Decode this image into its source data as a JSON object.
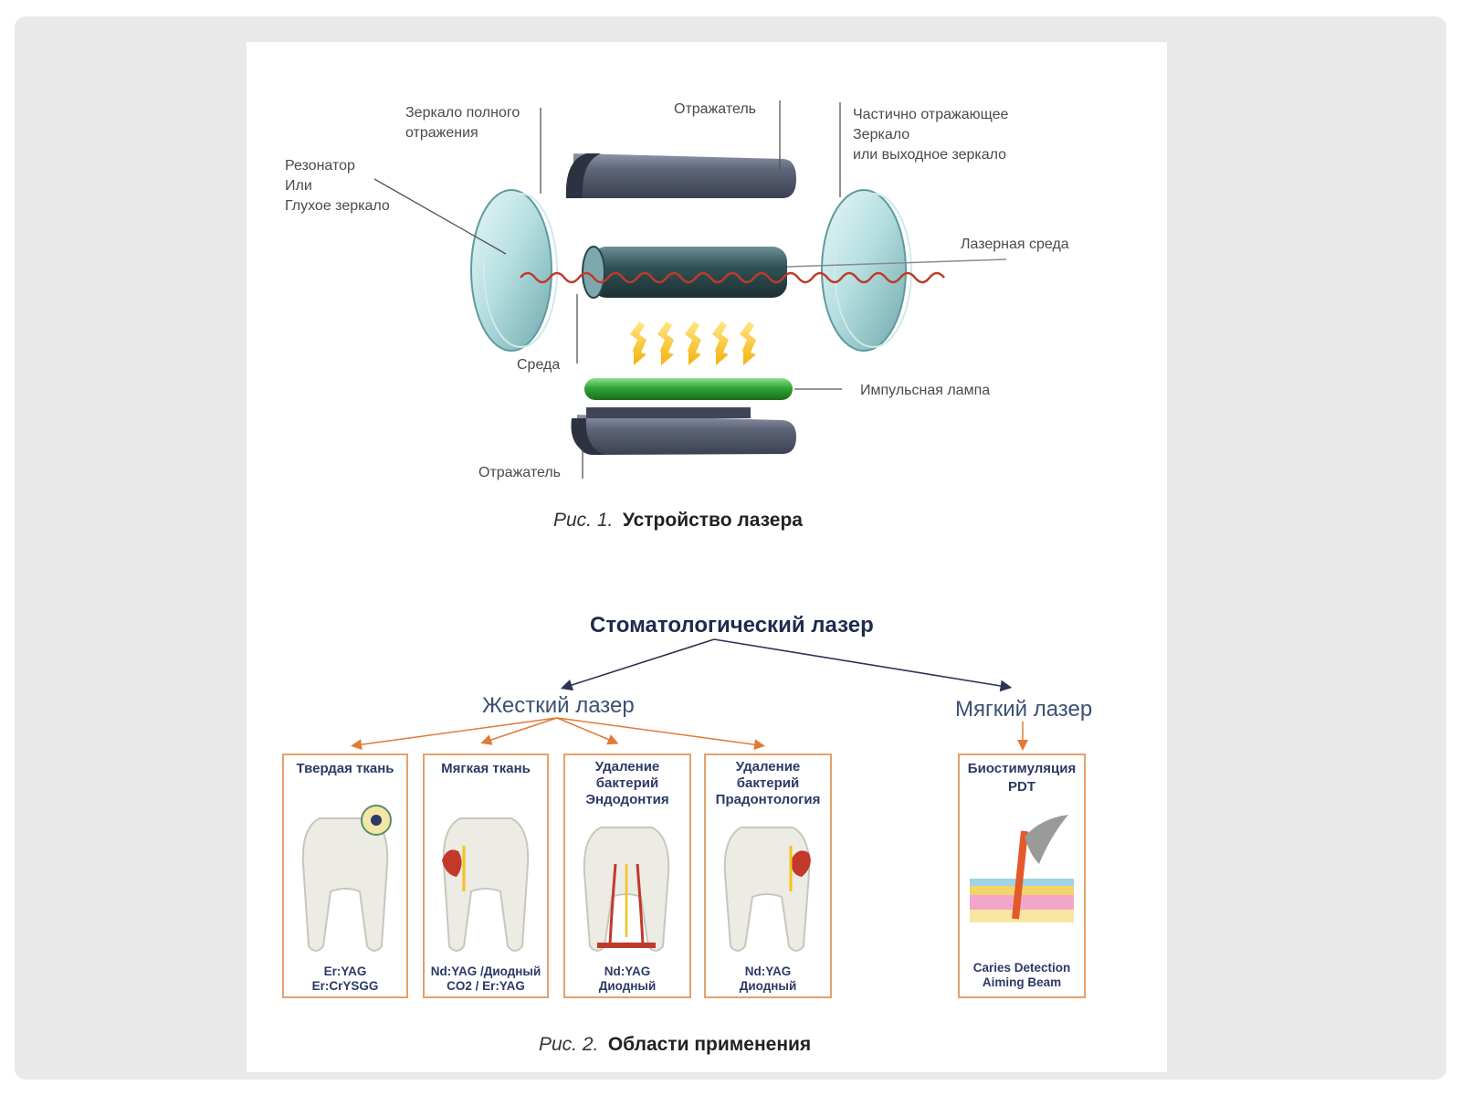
{
  "figure1": {
    "labels": {
      "full_mirror": [
        "Зеркало полного",
        "отражения"
      ],
      "reflector_top": "Отражатель",
      "partial_mirror": [
        "Частично отражающее",
        "Зеркало",
        "или выходное зеркало"
      ],
      "resonator": [
        "Резонатор",
        "Или",
        "Глухое зеркало"
      ],
      "laser_medium": "Лазерная среда",
      "medium": "Среда",
      "pulse_lamp": "Импульсная лампа",
      "reflector_bottom": "Отражатель"
    },
    "caption_prefix": "Рис. 1.",
    "caption_title": "Устройство лазера"
  },
  "figure2": {
    "root": "Стоматологический лазер",
    "hard_laser": "Жесткий лазер",
    "soft_laser": "Мягкий лазер",
    "boxes": [
      {
        "title": [
          "Твердая ткань"
        ],
        "footer": [
          "Er:YAG",
          "Er:CrYSGG"
        ]
      },
      {
        "title": [
          "Мягкая ткань"
        ],
        "footer": [
          "Nd:YAG /Диодный",
          "CO2 / Er:YAG"
        ]
      },
      {
        "title": [
          "Удаление",
          "бактерий",
          "Эндодонтия"
        ],
        "footer": [
          "Nd:YAG",
          "Диодный"
        ]
      },
      {
        "title": [
          "Удаление",
          "бактерий",
          "Прадонтология"
        ],
        "footer": [
          "Nd:YAG",
          "Диодный"
        ]
      },
      {
        "title": [
          "Биостимуляция",
          "PDT"
        ],
        "footer": [
          "Caries Detection",
          "Aiming Beam"
        ]
      }
    ],
    "caption_prefix": "Рис. 2.",
    "caption_title": "Области применения"
  },
  "colors": {
    "mirror": "#9fcfd2",
    "tube": "#5c6478",
    "lamp": "#2fa534",
    "beam": "#c0392b",
    "flash": "#f6c21c",
    "box_border": "#e5a06a",
    "tree_arrow_orange": "#e07a36",
    "tree_arrow_dark": "#2a3550"
  }
}
